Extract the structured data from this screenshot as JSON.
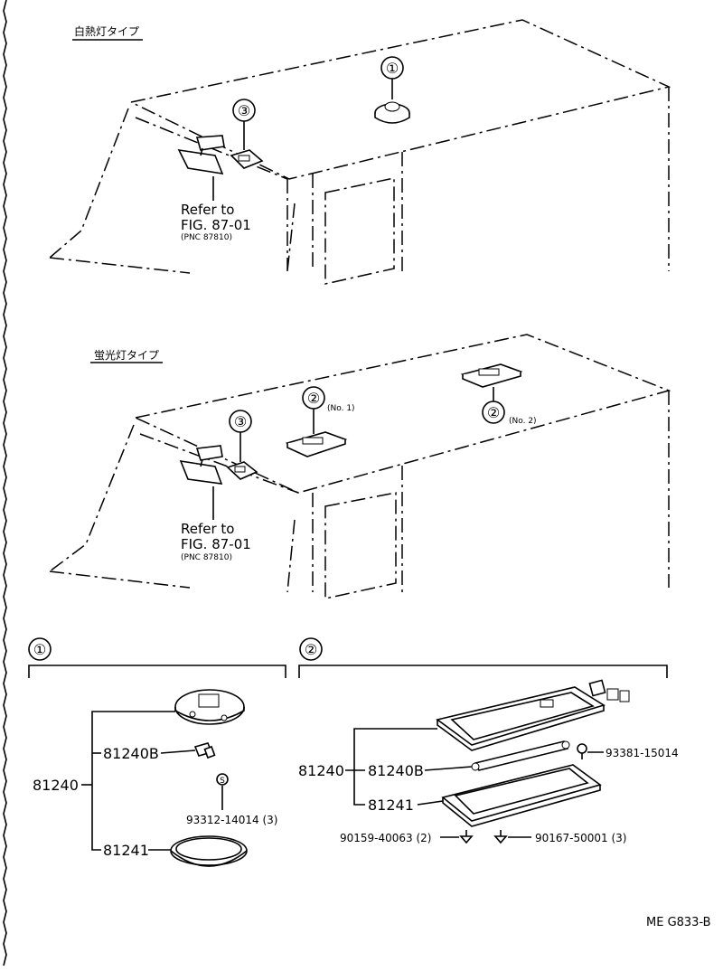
{
  "top_view": {
    "type_label": "白熱灯タイプ",
    "callouts": [
      "①",
      "③"
    ],
    "refer_text": "Refer to",
    "refer_fig": "FIG. 87-01",
    "refer_pnc": "(PNC 87810)"
  },
  "middle_view": {
    "type_label": "蛍光灯タイプ",
    "callouts": [
      "③",
      "②",
      "②"
    ],
    "no1": "(No. 1)",
    "no2": "(No. 2)",
    "refer_text": "Refer to",
    "refer_fig": "FIG. 87-01",
    "refer_pnc": "(PNC 87810)"
  },
  "detail_1": {
    "callout": "①",
    "assembly": "81240",
    "bulb": "81240B",
    "lens": "81241",
    "screw_mark": "S",
    "screw": "93312-14014 (3)"
  },
  "detail_2": {
    "callout": "②",
    "assembly": "81240",
    "bulb": "81240B",
    "lens": "81241",
    "screw_a": "93381-15014",
    "screw_b": "90159-40063 (2)",
    "screw_c": "90167-50001 (3)"
  },
  "code": "ME G833-B"
}
